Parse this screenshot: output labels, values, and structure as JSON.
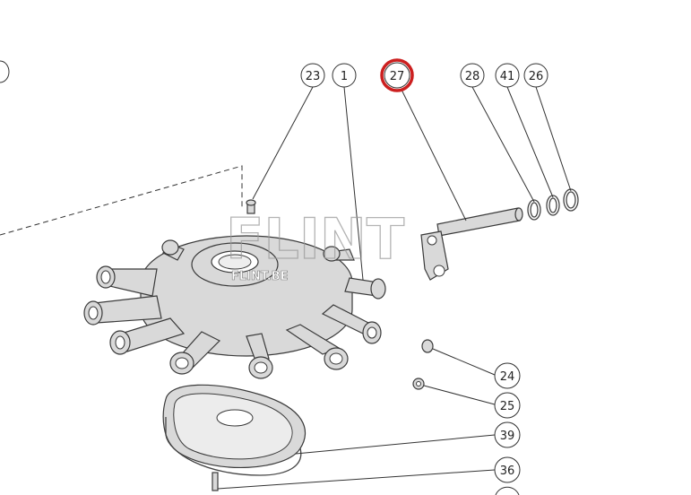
{
  "callouts": [
    {
      "id": "c23",
      "label": "23"
    },
    {
      "id": "c1",
      "label": "1"
    },
    {
      "id": "c27",
      "label": "27",
      "highlighted": true
    },
    {
      "id": "c28",
      "label": "28"
    },
    {
      "id": "c41",
      "label": "41"
    },
    {
      "id": "c26",
      "label": "26"
    },
    {
      "id": "c24",
      "label": "24"
    },
    {
      "id": "c25",
      "label": "25"
    },
    {
      "id": "c39",
      "label": "39"
    },
    {
      "id": "c36",
      "label": "36"
    }
  ],
  "watermark": {
    "main": "FLINT",
    "sub": "FLINT.BE"
  },
  "colors": {
    "line": "#333333",
    "highlight": "#cc1f1f",
    "part_fill": "#d9d9d9",
    "background": "#ffffff"
  }
}
